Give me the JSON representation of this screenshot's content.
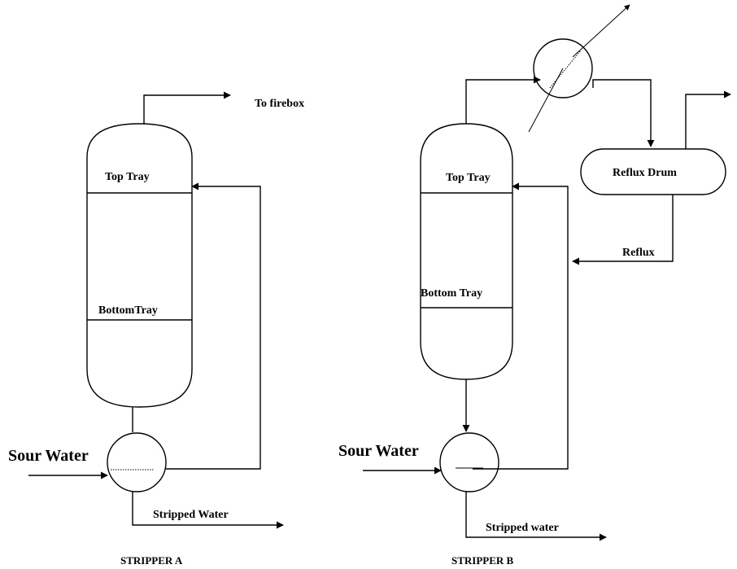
{
  "stripper_a": {
    "caption": "STRIPPER A",
    "top_tray": "Top Tray",
    "bottom_tray": "BottomTray",
    "vapor_out": "To firebox",
    "feed": "Sour Water",
    "product": "Stripped Water"
  },
  "stripper_b": {
    "caption": "STRIPPER B",
    "top_tray": "Top Tray",
    "bottom_tray": "Bottom Tray",
    "drum": "Reflux Drum",
    "reflux": "Reflux",
    "feed": "Sour Water",
    "product": "Stripped water"
  }
}
